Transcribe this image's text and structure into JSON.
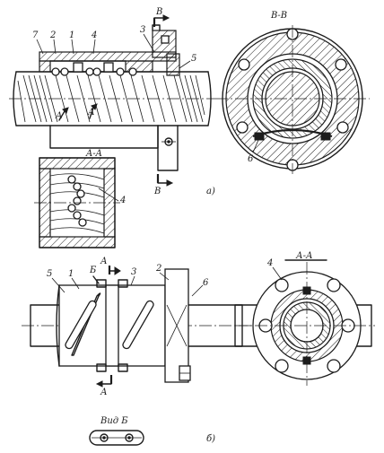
{
  "figure": {
    "panel_a": "a)",
    "panel_b": "б)",
    "section_bb": "В-В",
    "section_aa_top": "A-A",
    "section_aa_bottom": "А-А",
    "view_b": "Вид Б"
  },
  "labels_a": {
    "p7": "7",
    "p2": "2",
    "p1": "1",
    "p4": "4",
    "p3": "3",
    "p5": "5",
    "pB": "В",
    "pB2": "В",
    "pA1": "А",
    "pA2": "А",
    "p6": "6",
    "p4b": "4"
  },
  "labels_b": {
    "p5": "5",
    "p1": "1",
    "pBv": "Б",
    "pA": "А",
    "p3": "3",
    "p2": "2",
    "p6": "6",
    "pA2": "А",
    "p4": "4"
  }
}
